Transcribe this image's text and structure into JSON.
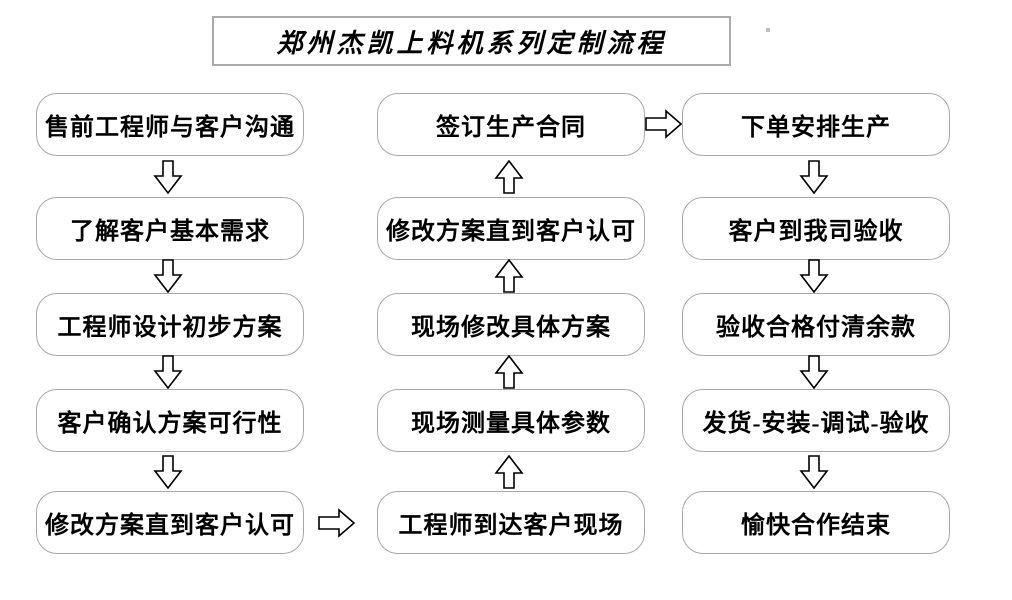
{
  "title": "郑州杰凯上料机系列定制流程",
  "flow": {
    "left": [
      "售前工程师与客户沟通",
      "了解客户基本需求",
      "工程师设计初步方案",
      "客户确认方案可行性",
      "修改方案直到客户认可"
    ],
    "middle": [
      "签订生产合同",
      "修改方案直到客户认可",
      "现场修改具体方案",
      "现场测量具体参数",
      "工程师到达客户现场"
    ],
    "right": [
      "下单安排生产",
      "客户到我司验收",
      "验收合格付清余款",
      "发货-安装-调试-验收",
      "愉快合作结束"
    ]
  },
  "flow_order_note": "left column flows top-to-bottom, then right into middle bottom box; middle column flows bottom-to-top, then right into right column top box; right column flows top-to-bottom",
  "icons": {
    "down_arrow": "hollow block arrow pointing down",
    "up_arrow": "hollow block arrow pointing up",
    "right_arrow": "hollow block arrow pointing right"
  },
  "colors": {
    "background": "#ffffff",
    "box_border": "#a8a8a8",
    "title_border": "#ababab",
    "text": "#000000",
    "arrow_outline": "#000000",
    "arrow_fill": "#ffffff"
  }
}
